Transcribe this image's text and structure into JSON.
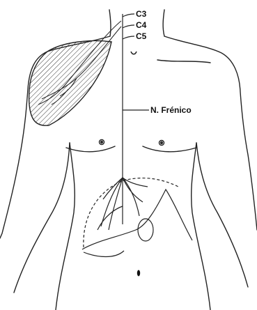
{
  "labels": {
    "c3": "C3",
    "c4": "C4",
    "c5": "C5",
    "nerve": "N. Frénico"
  },
  "colors": {
    "line": "#222222",
    "background": "#ffffff"
  }
}
